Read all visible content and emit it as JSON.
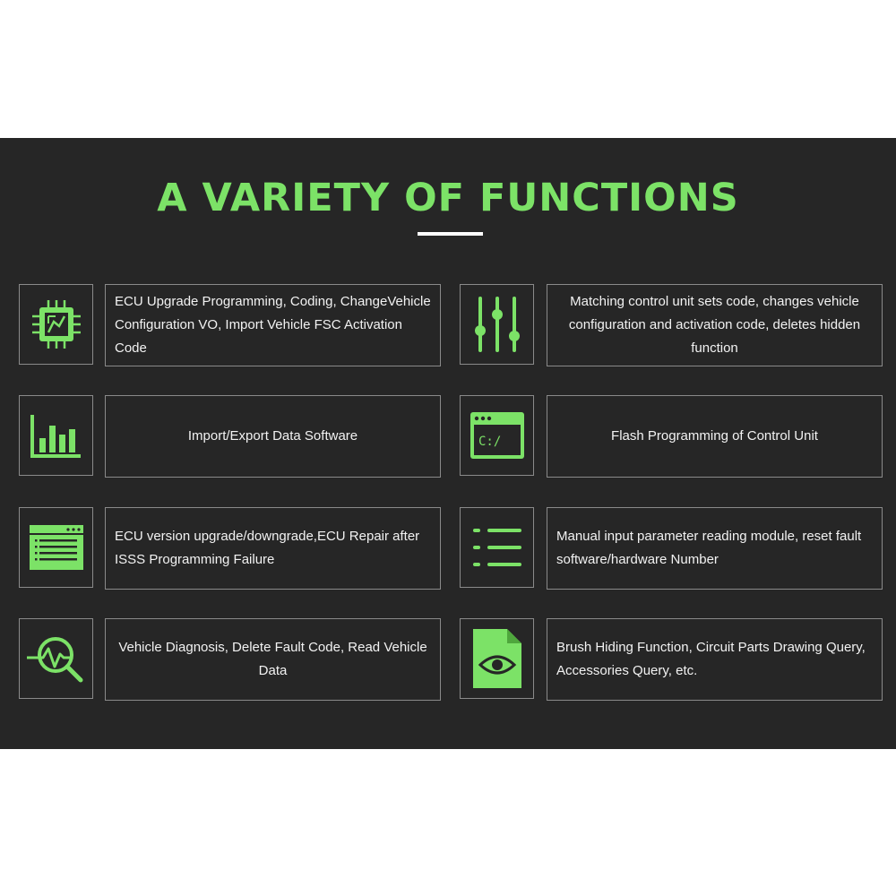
{
  "title": "A VARIETY OF FUNCTIONS",
  "colors": {
    "accent": "#7ce267",
    "panel": "#262626",
    "border": "#8a8a8a",
    "text": "#f2f2f2"
  },
  "features": [
    {
      "icon": "chip-icon",
      "text": "ECU Upgrade Programming, Coding, ChangeVehicle Configuration VO, Import Vehicle FSC Activation Code"
    },
    {
      "icon": "sliders-icon",
      "text": "Matching control unit sets code, changes vehicle configuration and activation code, deletes hidden function"
    },
    {
      "icon": "bar-chart-icon",
      "text": "Import/Export Data Software"
    },
    {
      "icon": "terminal-window-icon",
      "text": "Flash Programming of Control Unit",
      "terminal_prompt": "C:/"
    },
    {
      "icon": "browser-window-icon",
      "text": "ECU version upgrade/downgrade,ECU Repair after ISSS Programming Failure"
    },
    {
      "icon": "list-icon",
      "text": "Manual input parameter reading module, reset fault software/hardware Number"
    },
    {
      "icon": "diagnosis-magnifier-icon",
      "text": "Vehicle Diagnosis, Delete Fault Code, Read Vehicle Data"
    },
    {
      "icon": "document-eye-icon",
      "text": "Brush Hiding Function, Circuit Parts Drawing Query, Accessories Query, etc."
    }
  ]
}
